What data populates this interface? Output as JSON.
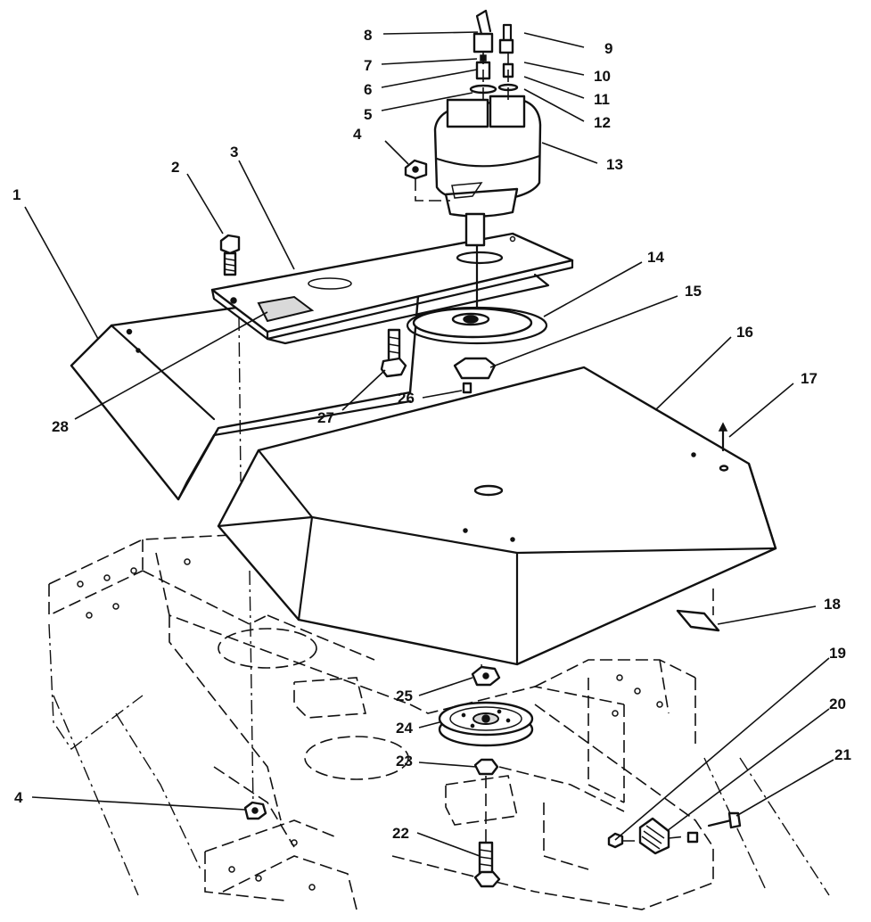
{
  "diagram": {
    "callouts": [
      {
        "label": "1"
      },
      {
        "label": "2"
      },
      {
        "label": "3"
      },
      {
        "label": "4"
      },
      {
        "label": "4"
      },
      {
        "label": "5"
      },
      {
        "label": "6"
      },
      {
        "label": "7"
      },
      {
        "label": "8"
      },
      {
        "label": "9"
      },
      {
        "label": "10"
      },
      {
        "label": "11"
      },
      {
        "label": "12"
      },
      {
        "label": "13"
      },
      {
        "label": "14"
      },
      {
        "label": "15"
      },
      {
        "label": "16"
      },
      {
        "label": "17"
      },
      {
        "label": "18"
      },
      {
        "label": "19"
      },
      {
        "label": "20"
      },
      {
        "label": "21"
      },
      {
        "label": "22"
      },
      {
        "label": "23"
      },
      {
        "label": "24"
      },
      {
        "label": "25"
      },
      {
        "label": "26"
      },
      {
        "label": "27"
      },
      {
        "label": "28"
      }
    ]
  }
}
